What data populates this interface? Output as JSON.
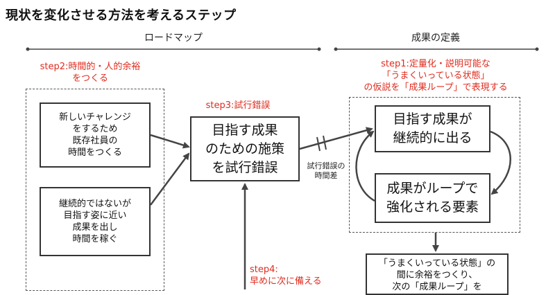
{
  "title": "現状を変化させる方法を考えるステップ",
  "sections": {
    "roadmap": "ロードマップ",
    "definition": "成果の定義"
  },
  "steps": {
    "step2": "step2:時間的・人的余裕\nをつくる",
    "step3": "step3:試行錯誤",
    "step1": "step1:定量化・説明可能な\n「うまくいっている状態」\nの仮説を「成果ループ」で表現する",
    "step4": "step4:\n早めに次に備える"
  },
  "boxes": {
    "challenge": "新しいチャレンジ\nをするため\n既存社員の\n時間をつくる",
    "quick_win": "継続的ではないが\n目指す姿に近い\n成果を出し\n時間を稼ぐ",
    "trial": "目指す成果\nのための施策\nを試行錯誤",
    "continuous": "目指す成果が\n継続的に出る",
    "loop_elements": "成果がループで\n強化される要素",
    "next_loop": "「うまくいっている状態」の\n間に余裕をつくり、\n次の「成果ループ」を"
  },
  "annotations": {
    "time_lag": "試行錯誤の\n時間差"
  },
  "colors": {
    "accent_red": "#e02b1e",
    "line": "#444444"
  }
}
